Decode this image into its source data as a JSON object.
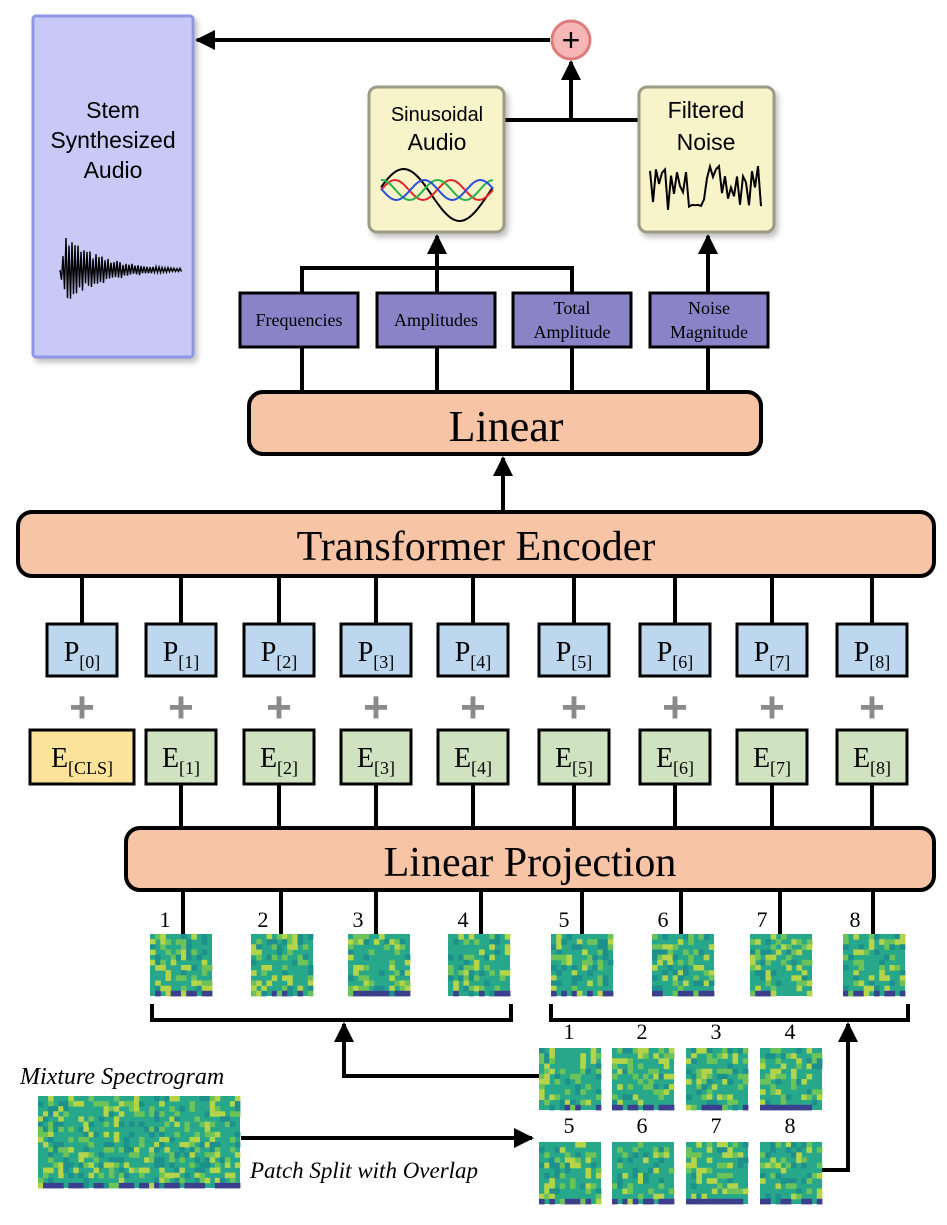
{
  "colors": {
    "stem_box_fill": "#c9c9f7",
    "stem_box_stroke": "#8f96e6",
    "audio_box_fill": "#f8f3c8",
    "audio_box_stroke": "#9b9b86",
    "param_box_fill": "#8b83c8",
    "salmon": "#f7c4a6",
    "pos_blue": "#bcd7ee",
    "emb_green": "#cfe3c0",
    "emb_yellow": "#fbe39a",
    "plus_gray": "#8a8a8a",
    "sum_fill": "#f6b6b6",
    "sum_stroke": "#e07b7b",
    "sine_black": "#000000",
    "sine_red": "#e0282a",
    "sine_green": "#2bb24c",
    "sine_blue": "#2b4fd6",
    "spectro_dark": "#26a785",
    "spectro_light": "#b9d64b"
  },
  "stem": {
    "title_lines": [
      "Stem",
      "Synthesized",
      "Audio"
    ]
  },
  "sum_symbol": "+",
  "sinusoidal": {
    "lines": [
      "Sinusoidal",
      "Audio"
    ]
  },
  "noise": {
    "lines": [
      "Filtered",
      "Noise"
    ]
  },
  "params": [
    {
      "lines": [
        "Frequencies"
      ]
    },
    {
      "lines": [
        "Amplitudes"
      ]
    },
    {
      "lines": [
        "Total",
        "Amplitude"
      ]
    },
    {
      "lines": [
        "Noise",
        "Magnitude"
      ]
    }
  ],
  "linear_label": "Linear",
  "encoder_label": "Transformer Encoder",
  "projection_label": "Linear Projection",
  "plus_symbol": "+",
  "positions": [
    {
      "main": "P",
      "sub": "[0]"
    },
    {
      "main": "P",
      "sub": "[1]"
    },
    {
      "main": "P",
      "sub": "[2]"
    },
    {
      "main": "P",
      "sub": "[3]"
    },
    {
      "main": "P",
      "sub": "[4]"
    },
    {
      "main": "P",
      "sub": "[5]"
    },
    {
      "main": "P",
      "sub": "[6]"
    },
    {
      "main": "P",
      "sub": "[7]"
    },
    {
      "main": "P",
      "sub": "[8]"
    }
  ],
  "embeddings": [
    {
      "main": "E",
      "sub": "[CLS]"
    },
    {
      "main": "E",
      "sub": "[1]"
    },
    {
      "main": "E",
      "sub": "[2]"
    },
    {
      "main": "E",
      "sub": "[3]"
    },
    {
      "main": "E",
      "sub": "[4]"
    },
    {
      "main": "E",
      "sub": "[5]"
    },
    {
      "main": "E",
      "sub": "[6]"
    },
    {
      "main": "E",
      "sub": "[7]"
    },
    {
      "main": "E",
      "sub": "[8]"
    }
  ],
  "patch_numbers": [
    "1",
    "2",
    "3",
    "4",
    "5",
    "6",
    "7",
    "8"
  ],
  "grid_numbers": [
    "1",
    "2",
    "3",
    "4",
    "5",
    "6",
    "7",
    "8"
  ],
  "mixture_label": "Mixture Spectrogram",
  "split_label": "Patch Split with Overlap"
}
